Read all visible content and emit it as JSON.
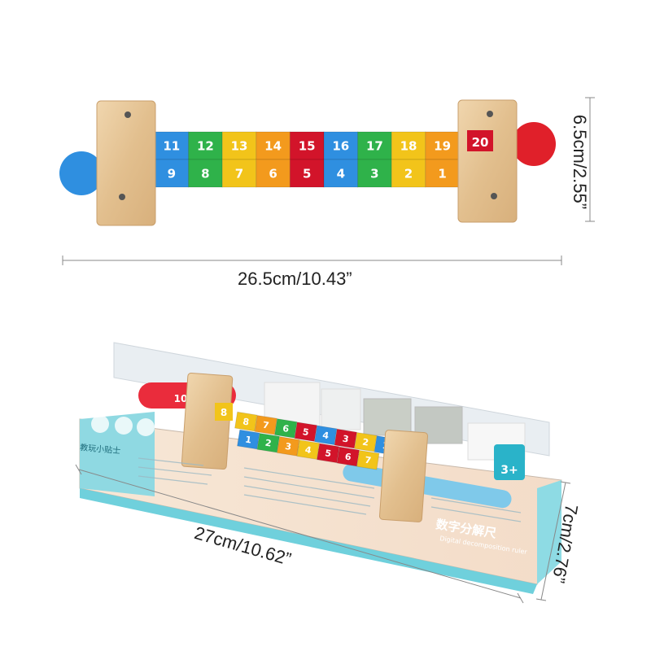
{
  "ruler": {
    "top_row": [
      "11",
      "12",
      "13",
      "14",
      "15",
      "16",
      "17",
      "18",
      "19",
      "20"
    ],
    "bottom_row": [
      "9",
      "8",
      "7",
      "6",
      "5",
      "4",
      "3",
      "2",
      "1"
    ],
    "top_colors": [
      "#2f8fe0",
      "#2fb24a",
      "#f2c41a",
      "#f39a1d",
      "#d2142a",
      "#2f8fe0",
      "#2fb24a",
      "#f2c41a",
      "#f39a1d",
      "#ffffff"
    ],
    "bottom_colors": [
      "#2f8fe0",
      "#2fb24a",
      "#f2c41a",
      "#f39a1d",
      "#d2142a",
      "#2f8fe0",
      "#2fb24a",
      "#f2c41a",
      "#f39a1d"
    ]
  },
  "box": {
    "tile_row1": [
      "8",
      "7",
      "6",
      "5",
      "4",
      "3",
      "2",
      "1"
    ],
    "tile_row2": [
      "1",
      "2",
      "3",
      "4",
      "5",
      "6",
      "7"
    ],
    "left_tile": "10",
    "title_cn": "数字分解尺",
    "title_en": "Digital decomposition ruler",
    "age_label": "3+",
    "brand_cn": "教玩小贴士"
  },
  "dimensions": {
    "ruler_width": "26.5cm/10.43”",
    "ruler_height": "6.5cm/2.55”",
    "box_width": "27cm/10.62”",
    "box_height": "7cm/2.76”"
  },
  "colors": {
    "blue": "#2f8fe0",
    "green": "#2fb24a",
    "yellow": "#f2c41a",
    "orange": "#f39a1d",
    "red": "#d2142a",
    "wood": "#e4c59a",
    "teal": "#6fd0dc"
  }
}
